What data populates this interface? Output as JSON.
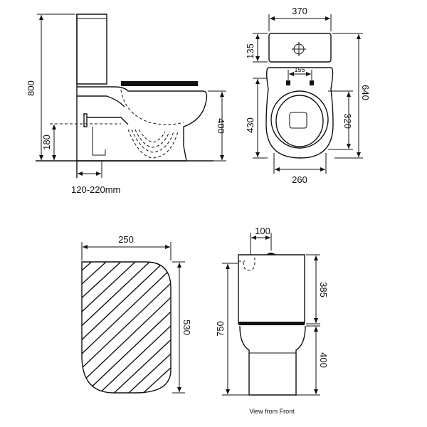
{
  "dimensions": {
    "side": {
      "height_total": "800",
      "outlet_height": "180",
      "rim_height": "400",
      "setout": "120-220mm"
    },
    "plan": {
      "width": "370",
      "cistern_depth": "135",
      "tap_spacing": "155",
      "bowl_length": "430",
      "seat_length": "320",
      "overall_depth": "640",
      "bowl_width": "260"
    },
    "section": {
      "width": "250",
      "height": "530"
    },
    "front": {
      "button_offset": "100",
      "height_total": "750",
      "cistern_height": "385",
      "pan_height": "400",
      "caption": "View from Front"
    }
  }
}
